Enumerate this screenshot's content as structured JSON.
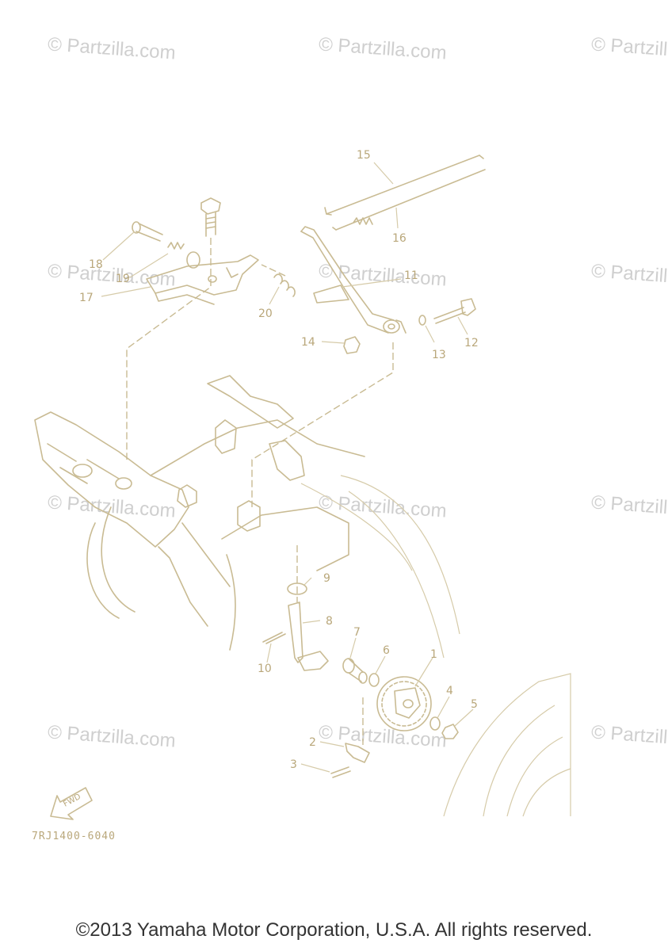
{
  "watermark": "© Partzilla.com",
  "callouts": [
    "1",
    "2",
    "3",
    "4",
    "5",
    "6",
    "7",
    "8",
    "9",
    "10",
    "11",
    "12",
    "13",
    "14",
    "15",
    "16",
    "17",
    "18",
    "19",
    "20"
  ],
  "diagram_code": "7RJ1400-6040",
  "fwd_label": "FWD",
  "copyright": "©2013 Yamaha Motor Corporation, U.S.A. All rights reserved.",
  "colors": {
    "line": "#c9bb93",
    "label": "#b9a77a",
    "watermark": "#cfcfcf",
    "footer": "#333333"
  }
}
